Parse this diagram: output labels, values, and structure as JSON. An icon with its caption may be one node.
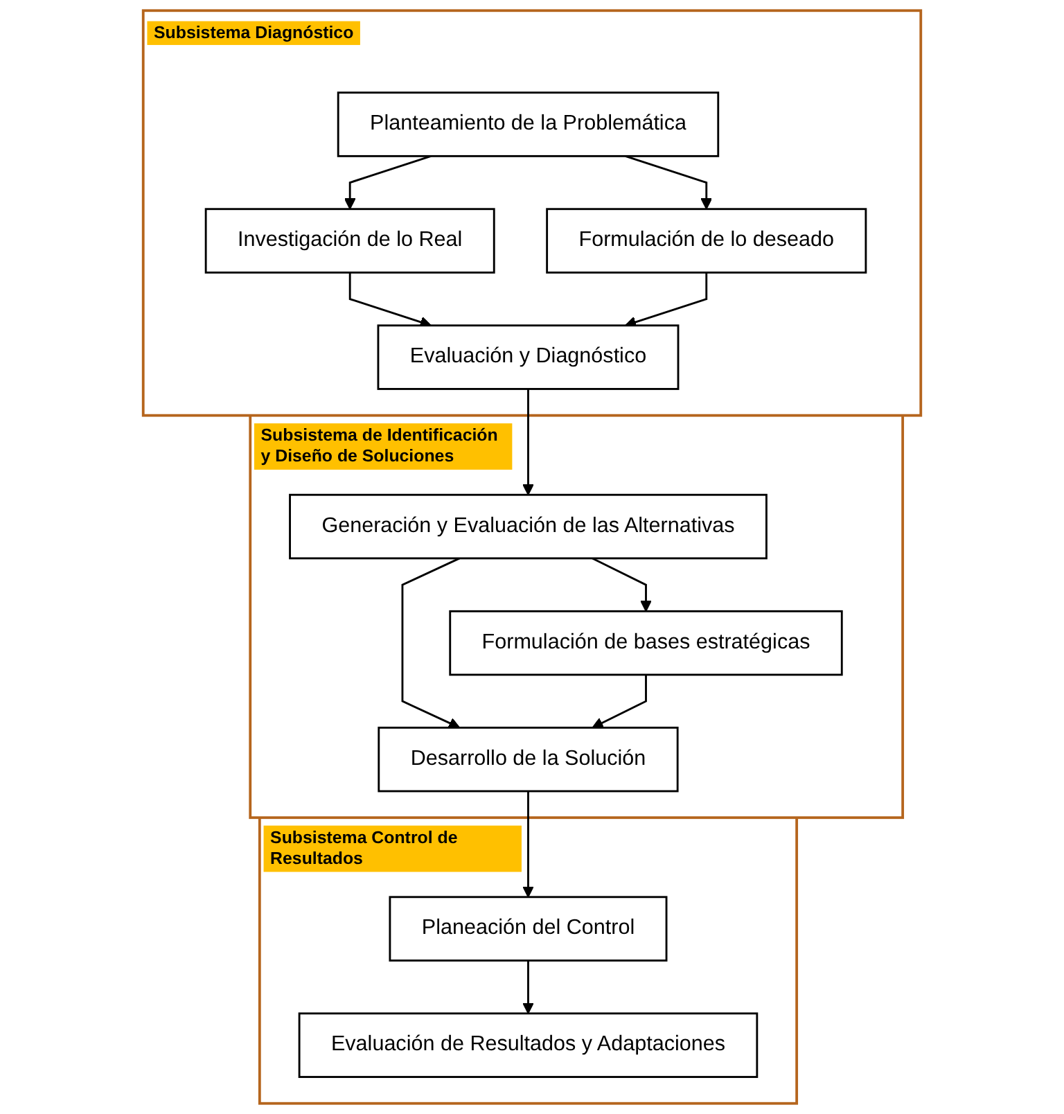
{
  "diagram": {
    "nodes": [
      {
        "text": [
          "Subsistema Diagnóstico"
        ]
      },
      {
        "text": [
          "Planteamiento de la Problemática"
        ],
        "in": 0
      },
      {
        "text": [
          "Investigación de lo Real"
        ],
        "in": 0
      },
      {
        "text": [
          "Formulación de lo deseado"
        ],
        "in": 0
      },
      {
        "text": [
          "Evaluación y Diagnóstico"
        ],
        "in": 0
      },
      {
        "text": [
          "Subsistema de Identificación y Diseño de Soluciones"
        ]
      },
      {
        "text": [
          "Generación y Evaluación de las Alternativas"
        ],
        "in": 5
      },
      {
        "text": [
          "Desarrollo de la Solución"
        ],
        "in": 5
      },
      {
        "text": [
          "Formulación de bases estratégicas"
        ],
        "in": 5
      },
      {
        "text": [
          "Subsistema Control de Resultados"
        ]
      },
      {
        "text": [
          "Planeación del Control"
        ],
        "in": 9
      },
      {
        "text": [
          "Evaluación de Resultados y Adaptaciones"
        ],
        "in": 9
      }
    ],
    "edges": [
      {
        "from": 1,
        "to": 2,
        "arrow": "to"
      },
      {
        "from": 1,
        "to": 3,
        "arrow": "to"
      },
      {
        "from": 2,
        "to": 4,
        "arrow": "to"
      },
      {
        "from": 3,
        "to": 4,
        "arrow": "to"
      },
      {
        "from": 4,
        "to": 6,
        "arrow": "to"
      },
      {
        "from": 6,
        "to": 7,
        "arrow": "to"
      },
      {
        "from": 6,
        "to": 8,
        "arrow": "to"
      },
      {
        "from": 8,
        "to": 7,
        "arrow": "to"
      },
      {
        "from": 7,
        "to": 10,
        "arrow": "to"
      },
      {
        "from": 10,
        "to": 11,
        "arrow": "to"
      }
    ]
  }
}
